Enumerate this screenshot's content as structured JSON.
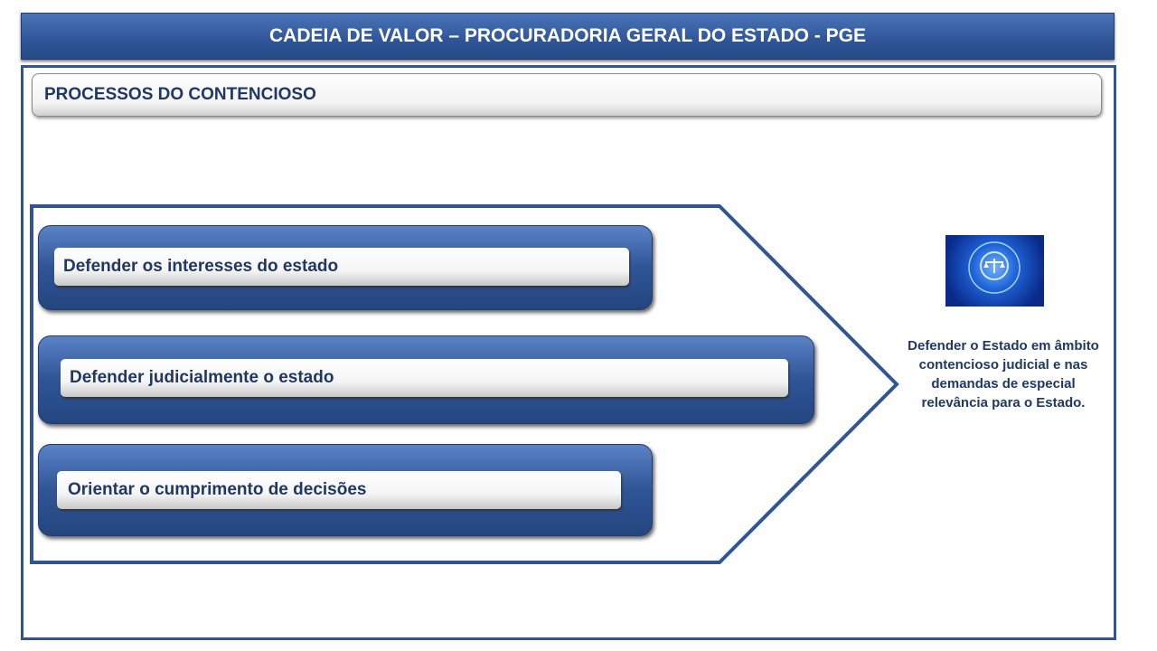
{
  "header": {
    "title": "CADEIA DE VALOR – PROCURADORIA GERAL DO ESTADO - PGE"
  },
  "section": {
    "title": "PROCESSOS DO CONTENCIOSO"
  },
  "processes": [
    {
      "label": "Defender os interesses do estado"
    },
    {
      "label": "Defender judicialmente o estado"
    },
    {
      "label": "Orientar o cumprimento de decisões"
    }
  ],
  "outcome": {
    "image": "justice-scales-icon",
    "text": "Defender o Estado em âmbito contencioso judicial e nas demandas de especial relevância para o Estado."
  }
}
